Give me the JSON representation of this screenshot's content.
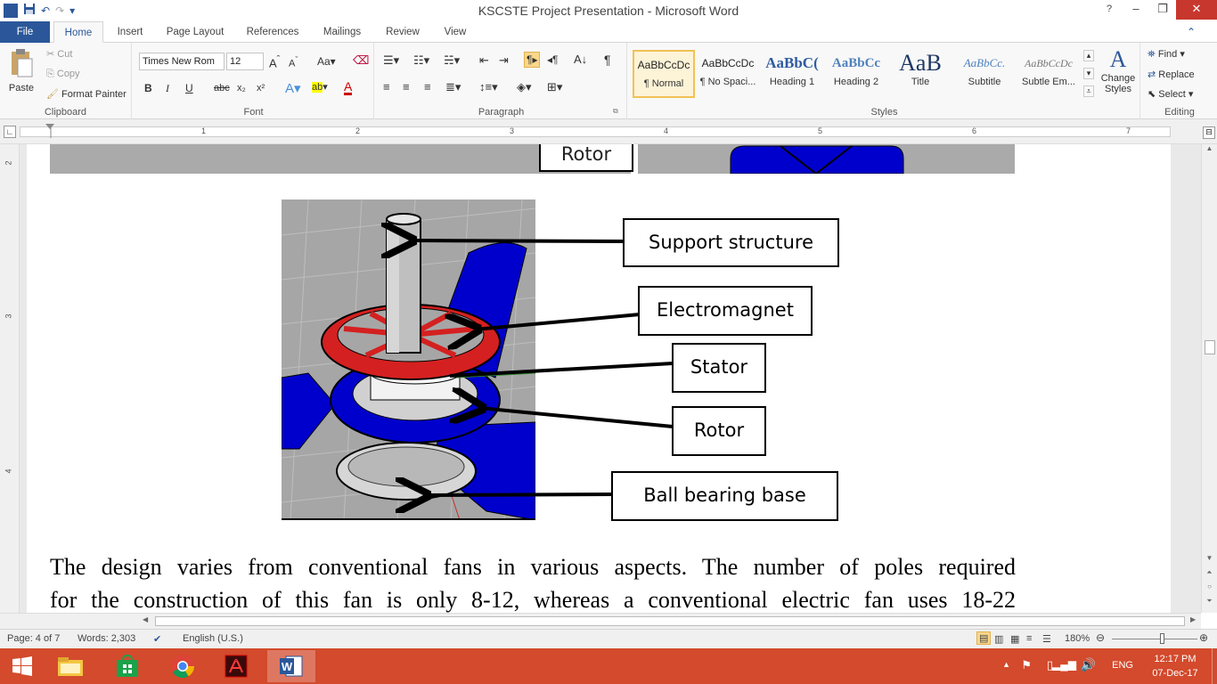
{
  "window": {
    "title": "KSCSTE Project Presentation  -  Microsoft Word",
    "minimize": "–",
    "restore": "❐",
    "close": "✕",
    "help": "?"
  },
  "tabs": [
    "File",
    "Home",
    "Insert",
    "Page Layout",
    "References",
    "Mailings",
    "Review",
    "View"
  ],
  "ribbon": {
    "clipboard": {
      "label": "Clipboard",
      "paste": "Paste",
      "cut": "Cut",
      "copy": "Copy",
      "format_painter": "Format Painter"
    },
    "font": {
      "label": "Font",
      "family": "Times New Rom",
      "size": "12",
      "bold": "B",
      "italic": "I",
      "underline": "U",
      "strike": "abc",
      "subscript": "x₂",
      "superscript": "x²"
    },
    "paragraph": {
      "label": "Paragraph"
    },
    "styles": {
      "label": "Styles",
      "items": [
        {
          "sample": "AaBbCcDc",
          "name": "¶ Normal"
        },
        {
          "sample": "AaBbCcDc",
          "name": "¶ No Spaci..."
        },
        {
          "sample": "AaBbC(",
          "name": "Heading 1"
        },
        {
          "sample": "AaBbCc",
          "name": "Heading 2"
        },
        {
          "sample": "AaB",
          "name": "Title"
        },
        {
          "sample": "AaBbCc.",
          "name": "Subtitle"
        },
        {
          "sample": "AaBbCcDc",
          "name": "Subtle Em..."
        }
      ],
      "change_styles": "Change Styles"
    },
    "editing": {
      "label": "Editing",
      "find": "Find",
      "replace": "Replace",
      "select": "Select"
    }
  },
  "ruler": {
    "marks": [
      "1",
      "2",
      "3",
      "4",
      "5",
      "6",
      "7"
    ],
    "vmarks": [
      "2",
      "3",
      "4"
    ]
  },
  "document": {
    "top_label": "Rotor",
    "labels": [
      "Support structure",
      "Electromagnet",
      "Stator",
      "Rotor",
      "Ball bearing base"
    ],
    "paragraph_line1": "The design varies from conventional fans in various aspects. The number of poles required",
    "paragraph_line2": "for the construction of this fan is only 8-12, whereas a conventional electric fan uses 18-22"
  },
  "status": {
    "page": "Page: 4 of 7",
    "words": "Words: 2,303",
    "language": "English (U.S.)",
    "zoom": "180%"
  },
  "taskbar": {
    "language": "ENG",
    "time": "12:17 PM",
    "date": "07-Dec-17"
  },
  "colors": {
    "accent": "#2b579a",
    "taskbar": "#d34a2c",
    "fan_blue": "#0000cc",
    "electromagnet_red": "#d42020"
  }
}
